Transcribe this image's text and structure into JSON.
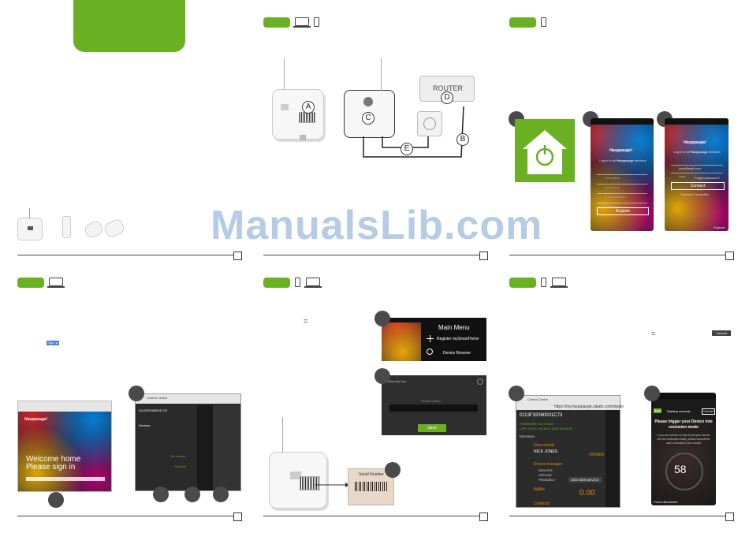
{
  "watermark": "ManualsLib.com",
  "diagram": {
    "labels": [
      "A",
      "B",
      "C",
      "D",
      "E"
    ],
    "router_label": "ROUTER",
    "serial_label": "Serial Number"
  },
  "panel3": {
    "brand": "Hauppauge!",
    "login_text_prefix": "Log in to all",
    "login_text_brand": "Hauppauge",
    "login_text_suffix": "services",
    "register_fields": [
      "First name",
      "Last name",
      "E-mail address",
      "Password"
    ],
    "register_button": "Register",
    "login_email": "user@mail.com",
    "login_password": "••••••",
    "forgot_link": "Forgot password?",
    "connect_button": "Connect",
    "remote_link": "Remote Connection",
    "register_link": "Register"
  },
  "panel4": {
    "signup_button": "Sign up",
    "browser_welcome_1": "Welcome home",
    "browser_welcome_2": "Please sign in",
    "browser_brand": "Hauppauge!",
    "dashboard_tab": "Control Center",
    "dashboard_id": "0113F32080001C73",
    "dashboard_section": "Devices",
    "dashboard_status": "No motion",
    "dashboard_status2": "No leak"
  },
  "panel5": {
    "menu_title": "Main Menu",
    "menu_items": [
      "Register mySmartHome",
      "Device Browser"
    ],
    "dialog_title": "Add new box",
    "dialog_placeholder": "Serial number",
    "dialog_button": "Save",
    "equals": "="
  },
  "panel6": {
    "equals": "=",
    "tag_label": "remove",
    "cc_tab": "Control Center",
    "cc_url": "https://my.hauppauge.zipato.com/zipato",
    "cc_id": "0113F32080001C73",
    "cc_firmware": "FIRMWARE: out of date",
    "cc_last_sync": "LAST SYNC: on 16.01.2015 09:45:05",
    "cc_refresh": "REFRESH",
    "cc_user_title": "User details",
    "cc_user_name": "NICK JONES",
    "cc_owner": "OWNER",
    "cc_device_title": "Device manager",
    "cc_devices": "DEVICES",
    "cc_offline": "OFFLINE",
    "cc_probably": "PROBABLY",
    "cc_add_button": "ADD NEW DEVICE",
    "cc_wallet": "Wallet",
    "cc_amount": "0.00",
    "cc_contacts": "Contacts",
    "rm_back": "Back",
    "rm_title": "Starting removal...",
    "rm_cancel": "Cancel",
    "rm_heading": "Please trigger your Device into exclusion mode",
    "rm_body": "If you are unsure on how to set your device into the exclusion mode, please consult the user's manual of your device",
    "rm_count": "58",
    "rm_footer": "Force disconnect"
  },
  "colors": {
    "accent": "#6ab023",
    "step": "#4a4a4a"
  }
}
